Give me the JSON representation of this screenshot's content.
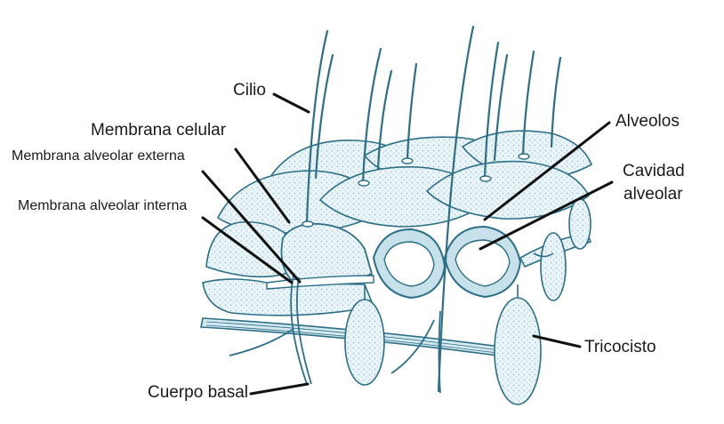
{
  "colors": {
    "stroke": "#2c6f86",
    "fill": "#e6f3f7",
    "fill_dark": "#bcdde8",
    "cavity": "#ffffff",
    "leader": "#111111"
  },
  "labels": {
    "cilio": "Cilio",
    "membrana_celular": "Membrana celular",
    "membrana_alveolar_externa": "Membrana alveolar externa",
    "membrana_alveolar_interna": "Membrana alveolar interna",
    "alveolos": "Alveolos",
    "cavidad_alveolar_1": "Cavidad",
    "cavidad_alveolar_2": "alveolar",
    "tricocisto": "Tricocisto",
    "cuerpo_basal": "Cuerpo basal"
  }
}
